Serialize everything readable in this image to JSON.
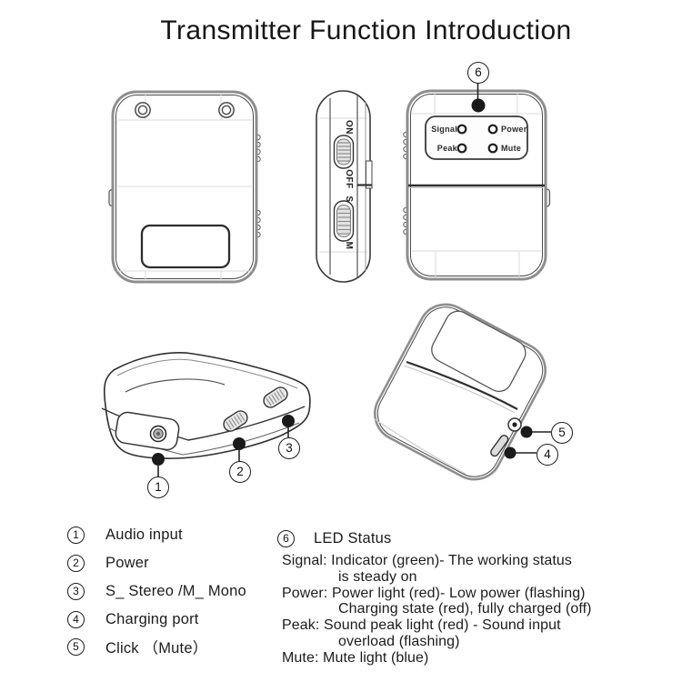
{
  "title": "Transmitter Function Introduction",
  "colors": {
    "line": "#1f1f1f",
    "shell_gray": "#8e8e8e",
    "faint": "#d9d9d9"
  },
  "side_view_labels": {
    "on": "ON",
    "off": "OFF",
    "s": "S",
    "m": "M"
  },
  "front_view_labels": {
    "signal": "Signal",
    "power": "Power",
    "peak": "Peak",
    "mute": "Mute"
  },
  "callouts": {
    "c1": "1",
    "c2": "2",
    "c3": "3",
    "c4": "4",
    "c5": "5",
    "c6": "6"
  },
  "legend": {
    "items": [
      {
        "num": "1",
        "label": "Audio input"
      },
      {
        "num": "2",
        "label": "Power"
      },
      {
        "num": "3",
        "label": "S_ Stereo /M_ Mono"
      },
      {
        "num": "4",
        "label": "Charging port"
      },
      {
        "num": "5",
        "label": "Click （Mute）"
      }
    ],
    "led_status": {
      "num": "6",
      "heading": "LED Status",
      "lines": [
        {
          "text": "Signal: Indicator (green)- The working status",
          "indent": 0
        },
        {
          "text": "is steady on",
          "indent": 1
        },
        {
          "text": "Power: Power light (red)- Low power (flashing)",
          "indent": 0
        },
        {
          "text": "Charging state (red), fully charged (off)",
          "indent": 1
        },
        {
          "text": "Peak: Sound peak light (red) - Sound input",
          "indent": 0
        },
        {
          "text": "overload (flashing)",
          "indent": 1
        },
        {
          "text": "Mute: Mute light (blue)",
          "indent": 0
        }
      ]
    }
  }
}
